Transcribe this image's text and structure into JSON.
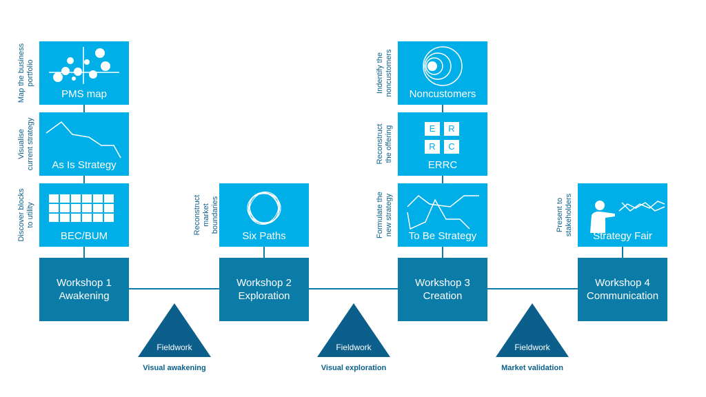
{
  "columns": [
    {
      "workshop": {
        "line1": "Workshop 1",
        "line2": "Awakening"
      },
      "tools": [
        {
          "name": "PMS map",
          "caption": [
            "Map the business",
            "portfolio"
          ]
        },
        {
          "name": "As Is Strategy",
          "caption": [
            "Visualise",
            "current strategy"
          ]
        },
        {
          "name": "BEC/BUM",
          "caption": [
            "Discover blocks",
            "to utility"
          ]
        }
      ]
    },
    {
      "workshop": {
        "line1": "Workshop 2",
        "line2": "Exploration"
      },
      "tools": [
        {
          "name": "Six Paths",
          "caption": [
            "Reconstruct market",
            "boundaries"
          ]
        }
      ]
    },
    {
      "workshop": {
        "line1": "Workshop 3",
        "line2": "Creation"
      },
      "tools": [
        {
          "name": "Noncustomers",
          "caption": [
            "Indentify the",
            "noncustomers"
          ]
        },
        {
          "name": "ERRC",
          "caption": [
            "Reconstruct",
            "the offering"
          ],
          "cells": [
            "E",
            "R",
            "R",
            "C"
          ]
        },
        {
          "name": "To Be Strategy",
          "caption": [
            "Formulate the",
            "new strategy"
          ]
        }
      ]
    },
    {
      "workshop": {
        "line1": "Workshop 4",
        "line2": "Communication"
      },
      "tools": [
        {
          "name": "Strategy Fair",
          "caption": [
            "Present to",
            "stakeholders"
          ]
        }
      ]
    }
  ],
  "fieldwork": [
    {
      "label": "Fieldwork",
      "phase": "Visual awakening"
    },
    {
      "label": "Fieldwork",
      "phase": "Visual exploration"
    },
    {
      "label": "Fieldwork",
      "phase": "Market validation"
    }
  ],
  "colors": {
    "tool": "#00aee8",
    "workshop": "#0b7ca8",
    "text_dark": "#0b5f8a"
  }
}
